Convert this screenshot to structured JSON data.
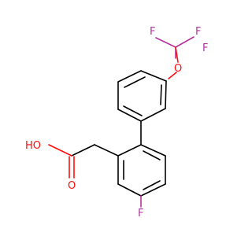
{
  "molecule": {
    "atoms": {
      "f_top_left": "F",
      "f_top_right": "F",
      "f_cf3_low": "F",
      "o_ether": "O",
      "o_hydroxyl": "HO",
      "o_carbonyl": "O",
      "f_ring": "F"
    },
    "colors": {
      "bond": "#000000",
      "oxygen": "#ff0d0d",
      "fluorine": "#b4339b"
    }
  }
}
